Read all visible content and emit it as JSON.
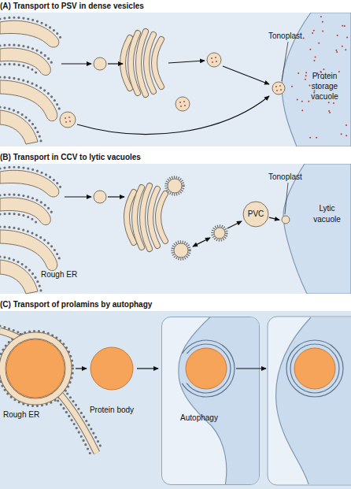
{
  "diagram": {
    "nodes": [
      {
        "text": [
          "(A) Transport to PSV in dense vesicles"
        ]
      },
      {
        "text": [
          "Protein storage vacuole"
        ],
        "in": 0
      },
      {
        "text": [
          "(B) Transport in CCV to lytic vacuoles"
        ]
      },
      {
        "text": [
          "PVC"
        ],
        "in": 2
      },
      {
        "text": [
          "Lytic vacuole"
        ],
        "in": 2
      },
      {
        "text": [
          "(C) Transport of prolamins by autophagy"
        ]
      },
      {
        "text": [
          "Autophagy"
        ],
        "in": 5
      }
    ],
    "edges": [
      {
        "from": 3,
        "to": 4,
        "arrow": "to"
      }
    ],
    "labels": [
      "Tonoplast",
      "Tonoplast",
      "Rough ER",
      "Rough ER",
      "Protein body"
    ]
  }
}
